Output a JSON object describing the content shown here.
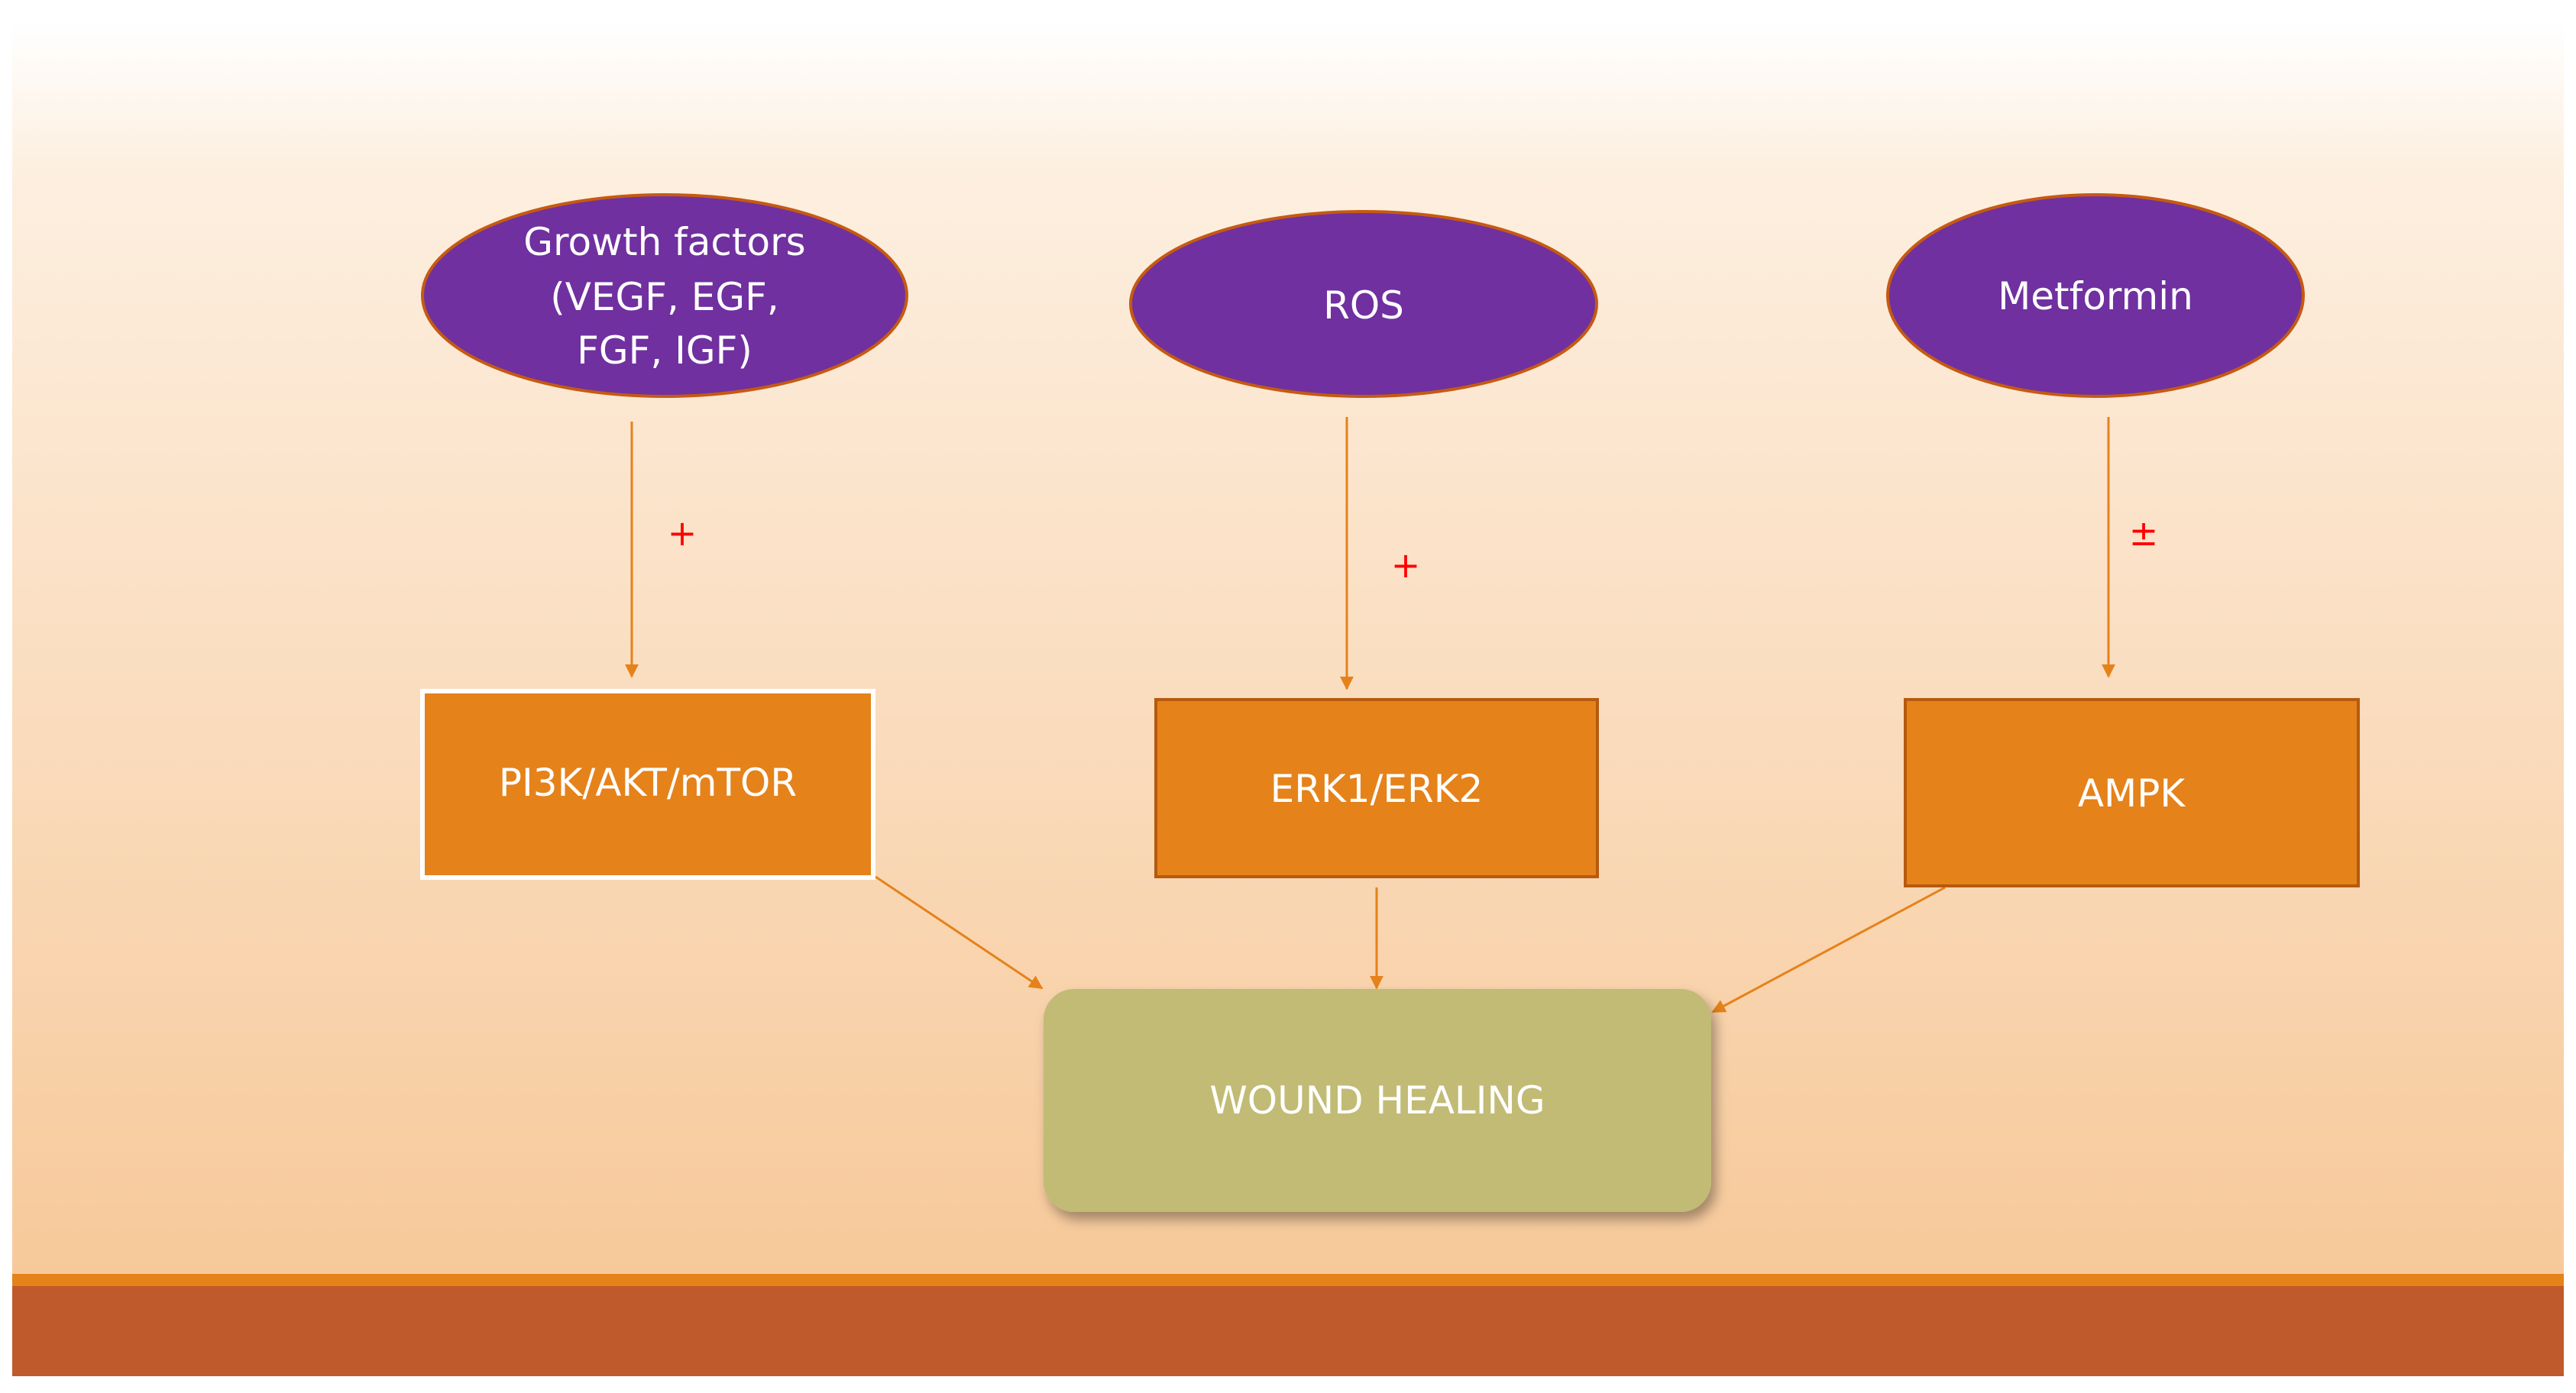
{
  "colors": {
    "background_top": "#ffffff",
    "background_bottom": "#f7c99a",
    "footer_stripe": "#e5821a",
    "footer_band": "#bf5a2c",
    "ellipse_fill": "#7030a0",
    "ellipse_stroke": "#c55a11",
    "box_fill": "#e5821a",
    "box_stroke": "#b55a0f",
    "box_highlight_stroke": "#ffffff",
    "outcome_fill": "#c1bb74",
    "arrow": "#e5821a",
    "sign": "#ff0000",
    "node_text": "#ffffff"
  },
  "nodes": {
    "growth_factors": {
      "lines": [
        "Growth factors",
        "(VEGF, EGF,",
        "FGF, IGF)"
      ]
    },
    "ros": {
      "label": "ROS"
    },
    "metformin": {
      "label": "Metformin"
    },
    "pi3k": {
      "label": "PI3K/AKT/mTOR"
    },
    "erk": {
      "label": "ERK1/ERK2"
    },
    "ampk": {
      "label": "AMPK"
    },
    "wound_healing": {
      "label": "WOUND HEALING"
    }
  },
  "edges": [
    {
      "from": "growth_factors",
      "to": "pi3k",
      "sign": "+"
    },
    {
      "from": "ros",
      "to": "erk",
      "sign": "+"
    },
    {
      "from": "metformin",
      "to": "ampk",
      "sign": "±"
    },
    {
      "from": "pi3k",
      "to": "wound_healing",
      "sign": ""
    },
    {
      "from": "erk",
      "to": "wound_healing",
      "sign": ""
    },
    {
      "from": "ampk",
      "to": "wound_healing",
      "sign": ""
    }
  ]
}
